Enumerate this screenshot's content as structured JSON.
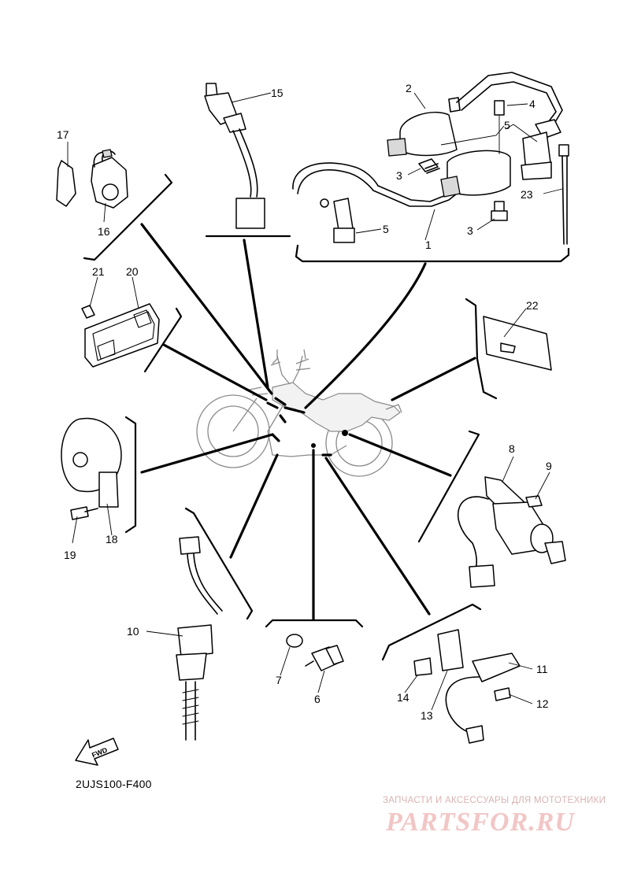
{
  "diagram": {
    "reference_code": "2UJS100-F400",
    "fwd_label": "FWD",
    "callouts": {
      "c1": "1",
      "c2": "2",
      "c3a": "3",
      "c3b": "3",
      "c4": "4",
      "c5a": "5",
      "c5b": "5",
      "c6": "6",
      "c7": "7",
      "c8": "8",
      "c9": "9",
      "c10": "10",
      "c11": "11",
      "c12": "12",
      "c13": "13",
      "c14": "14",
      "c15": "15",
      "c16": "16",
      "c17": "17",
      "c18": "18",
      "c19": "19",
      "c20": "20",
      "c21": "21",
      "c22": "22",
      "c23": "23"
    }
  },
  "watermark": {
    "tagline": "ЗАПЧАСТИ И АКСЕССУАРЫ ДЛЯ МОТОТЕХНИКИ",
    "brand": "PARTSFOR.RU",
    "color": "#f2c6c6"
  }
}
